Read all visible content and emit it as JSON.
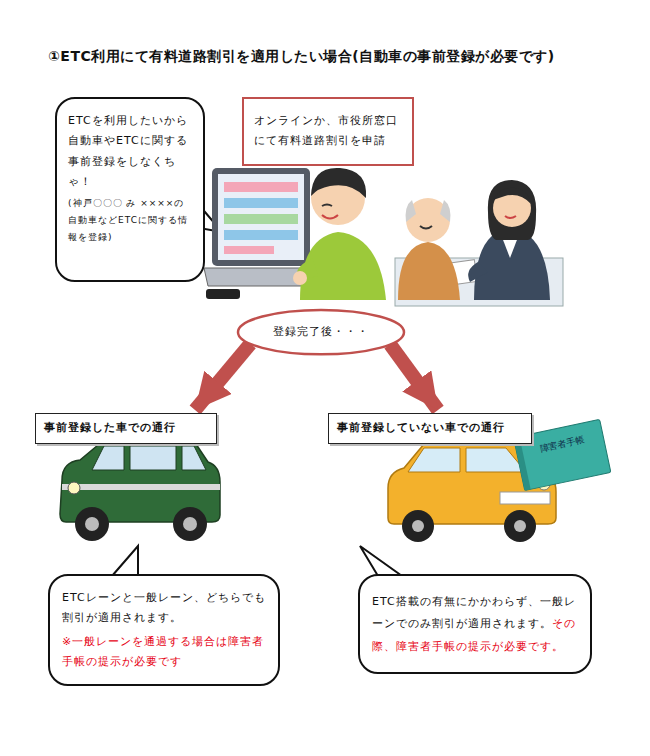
{
  "diagram": {
    "title": "①ETC利用にて有料道路割引を適用したい場合(自動車の事前登録が必要です)",
    "nodes": [
      {
        "text": [
          "ETCを利用したいから自動車やETCに関する事前登録をしなくちゃ！",
          "(神戸〇〇〇 み ××××の自動車などETCに関する情報を登録)"
        ]
      },
      {
        "text": [
          "オンラインか、市役所窓口にて有料道路割引を申請"
        ]
      },
      {
        "text": [
          "登録完了後・・・"
        ]
      },
      {
        "text": [
          "事前登録した車での通行"
        ]
      },
      {
        "text": [
          "事前登録していない車での通行"
        ]
      },
      {
        "text": [
          "ETCレーンと一般レーン、どちらでも割引が適用されます。",
          "※一般レーンを通過する場合は障害者手帳の提示が必要です"
        ]
      },
      {
        "text": [
          "ETC搭載の有無にかかわらず、一般レーンでのみ割引が適用されます。",
          "その際、障害者手帳の提示が必要です。"
        ]
      }
    ],
    "edges": [
      {
        "from": 2,
        "to": 3,
        "arrow": "to"
      },
      {
        "from": 2,
        "to": 4,
        "arrow": "to"
      }
    ],
    "labels": [
      "障害者手帳"
    ]
  }
}
